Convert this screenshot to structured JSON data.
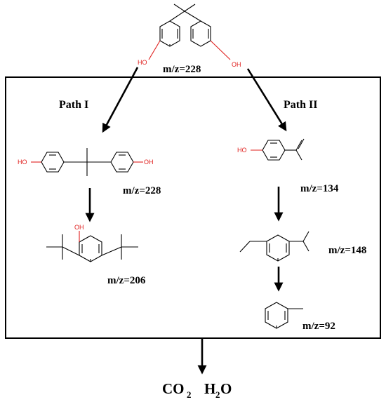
{
  "labels": {
    "bpa_top_mz": "m/z=228",
    "path_one": "Path I",
    "path_two": "Path II",
    "bpa_mz": "m/z=228",
    "phenol_206_mz": "m/z=206",
    "vinylphenol_mz": "m/z=134",
    "ethyl_mz": "m/z=148",
    "toluene_mz": "m/z=92",
    "oh": "OH",
    "ho": "HO"
  },
  "final_products": {
    "co_main": "CO",
    "co_sub": "2",
    "h_main": "H",
    "h_sub": "2",
    "o_main": "O"
  },
  "colors": {
    "heteroatom": "#e0201e",
    "ink": "#000000"
  }
}
